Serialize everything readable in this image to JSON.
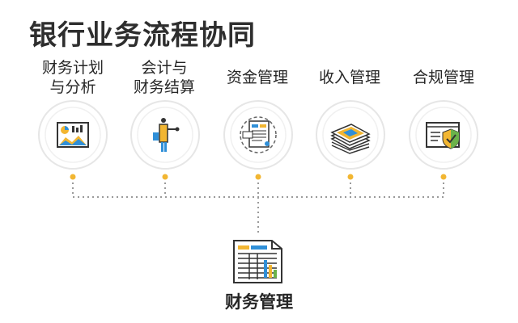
{
  "title": "银行业务流程协同",
  "processes": [
    {
      "lines": [
        "财务计划",
        "与分析"
      ],
      "icon": "chart-report-icon"
    },
    {
      "lines": [
        "会计与",
        "财务结算"
      ],
      "icon": "accountant-figure-icon"
    },
    {
      "lines": [
        "资金管理"
      ],
      "icon": "financial-statement-icon"
    },
    {
      "lines": [
        "收入管理"
      ],
      "icon": "money-stack-icon"
    },
    {
      "lines": [
        "合规管理"
      ],
      "icon": "shield-check-icon"
    }
  ],
  "hub": {
    "label": "财务管理",
    "icon": "spreadsheet-icon"
  },
  "colors": {
    "accent_yellow": "#f2b632",
    "accent_blue": "#2f8fd8",
    "accent_green": "#6bb24a",
    "ring_grey": "#e6e6e6",
    "dot_line": "#9a9a9a"
  }
}
